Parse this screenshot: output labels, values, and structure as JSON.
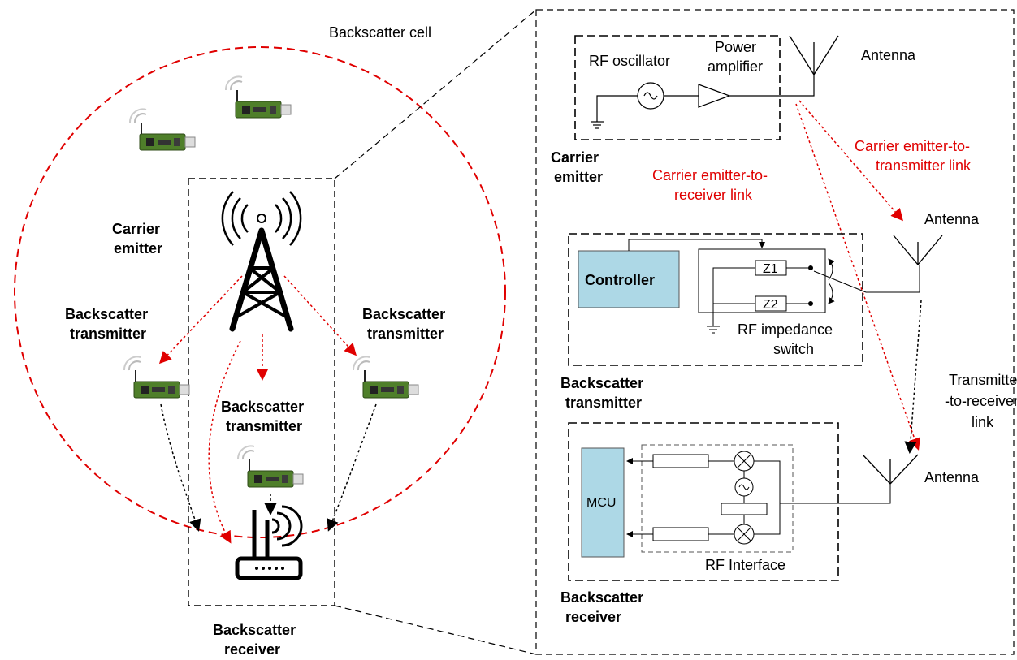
{
  "left": {
    "cell_label": "Backscatter cell",
    "carrier_emitter": [
      "Carrier",
      "emitter"
    ],
    "tx_left": [
      "Backscatter",
      "transmitter"
    ],
    "tx_right": [
      "Backscatter",
      "transmitter"
    ],
    "tx_center": [
      "Backscatter",
      "transmitter"
    ],
    "receiver": [
      "Backscatter",
      "receiver"
    ]
  },
  "right": {
    "rf_oscillator": "RF oscillator",
    "power_amplifier": [
      "Power",
      "amplifier"
    ],
    "antenna_top": "Antenna",
    "carrier_emitter": [
      "Carrier",
      "emitter"
    ],
    "link_emitter_receiver": [
      "Carrier emitter-to-",
      "receiver link"
    ],
    "link_emitter_transmitter": [
      "Carrier emitter-to-",
      "transmitter link"
    ],
    "antenna_middle": "Antenna",
    "controller": "Controller",
    "z1": "Z1",
    "z2": "Z2",
    "rf_switch": [
      "RF impedance",
      "switch"
    ],
    "backscatter_transmitter": [
      "Backscatter",
      "transmitter"
    ],
    "link_tx_rx": [
      "Transmitter",
      "-to-receiver",
      "link"
    ],
    "antenna_bottom": "Antenna",
    "mcu": "MCU",
    "rf_interface": "RF Interface",
    "backscatter_receiver": [
      "Backscatter",
      "receiver"
    ]
  },
  "colors": {
    "red_dashed": "#e00000",
    "box_fill": "#add8e6",
    "pcb_green": "#4f7f2a"
  }
}
